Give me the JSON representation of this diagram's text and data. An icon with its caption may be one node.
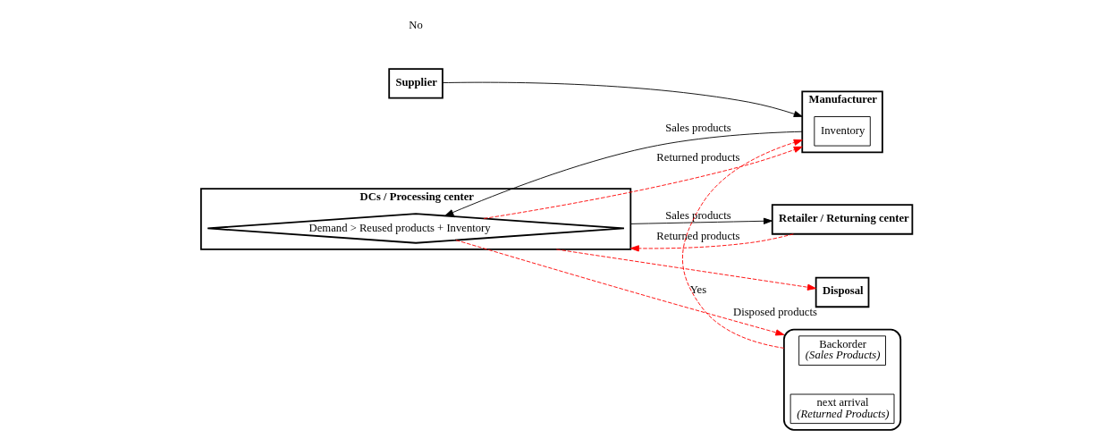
{
  "diagram": {
    "nodes": [
      {
        "text": [
          "Supplier"
        ]
      },
      {
        "text": [
          "Manufacturer"
        ]
      },
      {
        "text": [
          "Inventory"
        ],
        "in": 1
      },
      {
        "text": [
          "DCs / Processing center"
        ]
      },
      {
        "text": [
          "Demand > Reused products + Inventory"
        ],
        "in": 3
      },
      {
        "text": [
          "Retailer / Returning center"
        ]
      },
      {
        "text": [
          "Disposal"
        ],
        "beside": [
          "Disposed products"
        ]
      },
      {
        "text": [],
        "shape": "ellipse"
      },
      {
        "text": [
          "Backorder",
          "(Sales Products)"
        ],
        "in": 7
      },
      {
        "text": [
          "next arrival",
          "(Returned Products)"
        ],
        "in": 7
      }
    ],
    "edges": [
      {
        "from": 0,
        "to": 1,
        "arrow": "to",
        "color": "#000000"
      },
      {
        "from": 1,
        "to": 4,
        "arrow": "to",
        "label": "Sales products",
        "color": "#000000"
      },
      {
        "from": 4,
        "to": 1,
        "arrow": "to",
        "label": "Returned products",
        "style": "dashed",
        "color": "#ff0000"
      },
      {
        "from": 3,
        "to": 5,
        "arrow": "to",
        "label": "Sales products",
        "color": "#000000"
      },
      {
        "from": 5,
        "to": 3,
        "arrow": "to",
        "label": "Returned products",
        "style": "dashed",
        "color": "#ff0000"
      },
      {
        "from": 4,
        "to": 7,
        "arrow": "to",
        "label": "Yes",
        "style": "dashed",
        "color": "#ff0000"
      },
      {
        "from": 3,
        "to": 6,
        "arrow": "to",
        "style": "dashed",
        "color": "#ff0000"
      },
      {
        "from": 7,
        "to": 1,
        "arrow": "to",
        "style": "dashed",
        "color": "#ff0000"
      }
    ],
    "labels": [
      "No"
    ]
  }
}
